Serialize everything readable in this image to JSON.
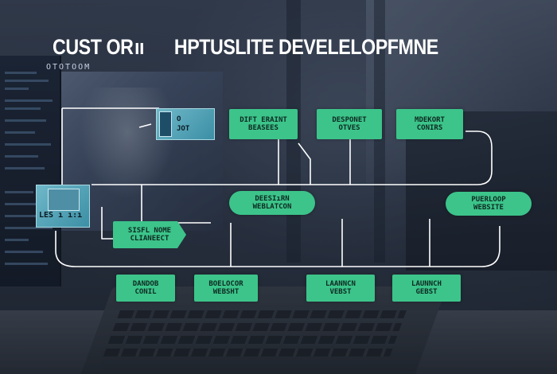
{
  "header": {
    "title_left": "CUST OR ıı",
    "title_right": "HPTUSLITE DEVELELOPFMNE",
    "subtitle": "OTOTOOM"
  },
  "nodes": {
    "teal_top": {
      "line1": "O",
      "line2": "JOT"
    },
    "teal_left": {
      "label": "LES ı ı:ı"
    },
    "difterent_bases": {
      "line1": "DIFT ERAINT",
      "line2": "BEASEES"
    },
    "desponet_otves": {
      "line1": "DESPONET",
      "line2": "OTVES"
    },
    "mdekort_conirs": {
      "line1": "MDEKORT",
      "line2": "CONIRS"
    },
    "deesign_website": {
      "line1": "DEESIıRN",
      "line2": "WEBLATCON"
    },
    "puerloop_website": {
      "line1": "PUERLOOP",
      "line2": "WEBSITE"
    },
    "sisflnome_clianeect": {
      "line1": "SISFL NOME",
      "line2": "CLIANEECT"
    },
    "dandob_conil": {
      "line1": "DANDOB",
      "line2": "CONIL"
    },
    "boelocor_websht": {
      "line1": "BOELOCOR",
      "line2": "WEBSHT"
    },
    "lannncn_vebst": {
      "line1": "LAANNCN",
      "line2": "VEBST"
    },
    "launnch_gebst": {
      "line1": "LAUNNCH",
      "line2": "GEBST"
    }
  },
  "colors": {
    "node_green": "#3cc48a",
    "node_text": "#0e2a22",
    "teal": "#5aa9bd",
    "line": "#ffffff",
    "title": "#ffffff"
  }
}
